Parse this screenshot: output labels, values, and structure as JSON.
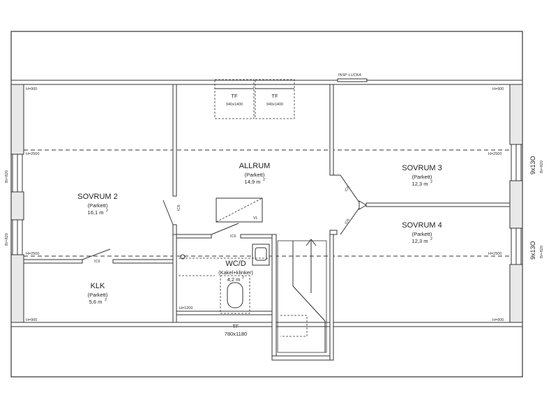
{
  "rooms": {
    "allrum": {
      "name": "ALLRUM",
      "floor": "(Parkett)",
      "area": "14,9 m"
    },
    "sovrum2": {
      "name": "SOVRUM 2",
      "floor": "(Parkett)",
      "area": "16,1 m"
    },
    "sovrum3": {
      "name": "SOVRUM 3",
      "floor": "(Parkett)",
      "area": "12,3 m"
    },
    "sovrum4": {
      "name": "SOVRUM 4",
      "floor": "(Parkett)",
      "area": "12,3 m"
    },
    "klk": {
      "name": "KLK",
      "floor": "(Parkett)",
      "area": "5,6 m"
    },
    "wcd": {
      "name": "WC/D",
      "floor": "(Kakel+klinker)",
      "area": "4,2 m"
    }
  },
  "area_superscript": "2",
  "windows": {
    "roof1": {
      "label": "TF",
      "size": "940x1400"
    },
    "roof2": {
      "label": "TF",
      "size": "940x1400"
    },
    "roof3": {
      "label": "TF",
      "size": "780x1180"
    },
    "right_upper": {
      "code": "9x13O",
      "width": "Br=820"
    },
    "right_lower": {
      "code": "9x13O",
      "width": "Br=820"
    },
    "left_upper": {
      "width": "Br=820"
    },
    "left_lower": {
      "width": "Br=820"
    }
  },
  "heights": {
    "h900": "H=900",
    "h2500": "H=2500",
    "h1200": "H=1200"
  },
  "labels": {
    "insp": "INSP-LUCKA",
    "closet": "IC6",
    "vl": "VL"
  },
  "colors": {
    "line": "#333333",
    "background": "#ffffff",
    "hatch": "#e9e9e9"
  }
}
